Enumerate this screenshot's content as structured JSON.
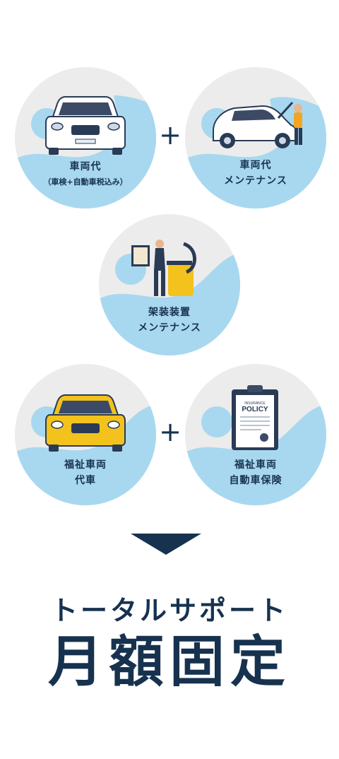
{
  "services": [
    {
      "line1": "車両代",
      "line2": "（車検+自動車税込み）",
      "icon": "white-car-front-icon"
    },
    {
      "line1": "車両代",
      "line2": "メンテナンス",
      "icon": "mechanic-car-icon"
    },
    {
      "line1": "架装装置",
      "line2": "メンテナンス",
      "icon": "technician-equipment-icon"
    },
    {
      "line1": "福祉車両",
      "line2": "代車",
      "icon": "yellow-car-front-icon"
    },
    {
      "line1": "福祉車両",
      "line2": "自動車保険",
      "icon": "insurance-policy-icon"
    }
  ],
  "plus_sign": "+",
  "policy": {
    "top": "INSURANCE",
    "main": "POLICY"
  },
  "subtitle": "トータルサポート",
  "title": "月額固定",
  "colors": {
    "navy": "#17324f",
    "blue": "#a8d8ef",
    "gray": "#ececec",
    "yellow": "#f3c21c"
  }
}
